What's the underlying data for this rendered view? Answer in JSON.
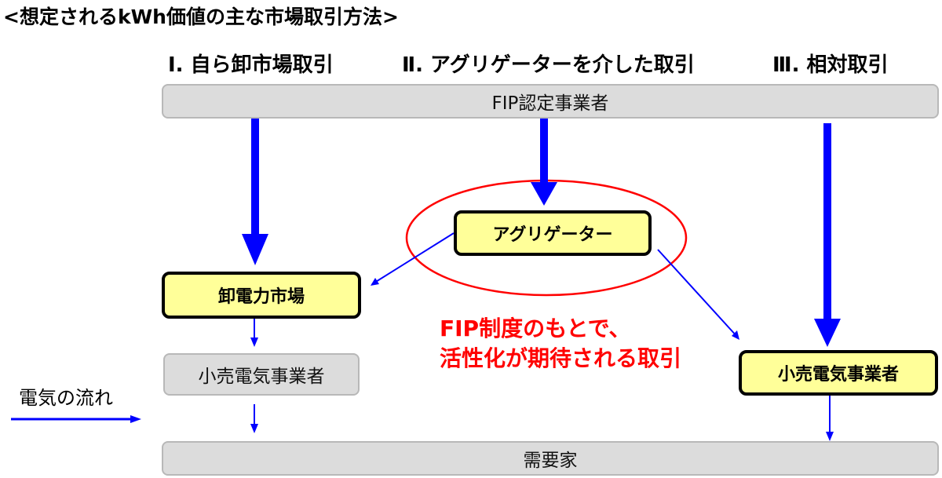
{
  "title": "<想定されるkWh価値の主な市場取引方法>",
  "columns": [
    {
      "label": "Ⅰ. 自ら卸市場取引"
    },
    {
      "label": "Ⅱ. アグリゲーターを介した取引"
    },
    {
      "label": "Ⅲ. 相対取引"
    }
  ],
  "nodes": {
    "fip_operator": "FIP認定事業者",
    "aggregator": "アグリゲーター",
    "wholesale_market": "卸電力市場",
    "retailer_left": "小売電気事業者",
    "retailer_right": "小売電気事業者",
    "consumer": "需要家"
  },
  "note": {
    "line1": "FIP制度のもとで、",
    "line2": "活性化が期待される取引"
  },
  "legend": {
    "label": "電気の流れ"
  },
  "colors": {
    "flow_arrow": "#0000ff",
    "highlight_ellipse": "#ff0000",
    "note_text": "#ff0000",
    "node_fill_yellow": "#ffff99",
    "node_fill_gray": "#dcdcdc"
  }
}
